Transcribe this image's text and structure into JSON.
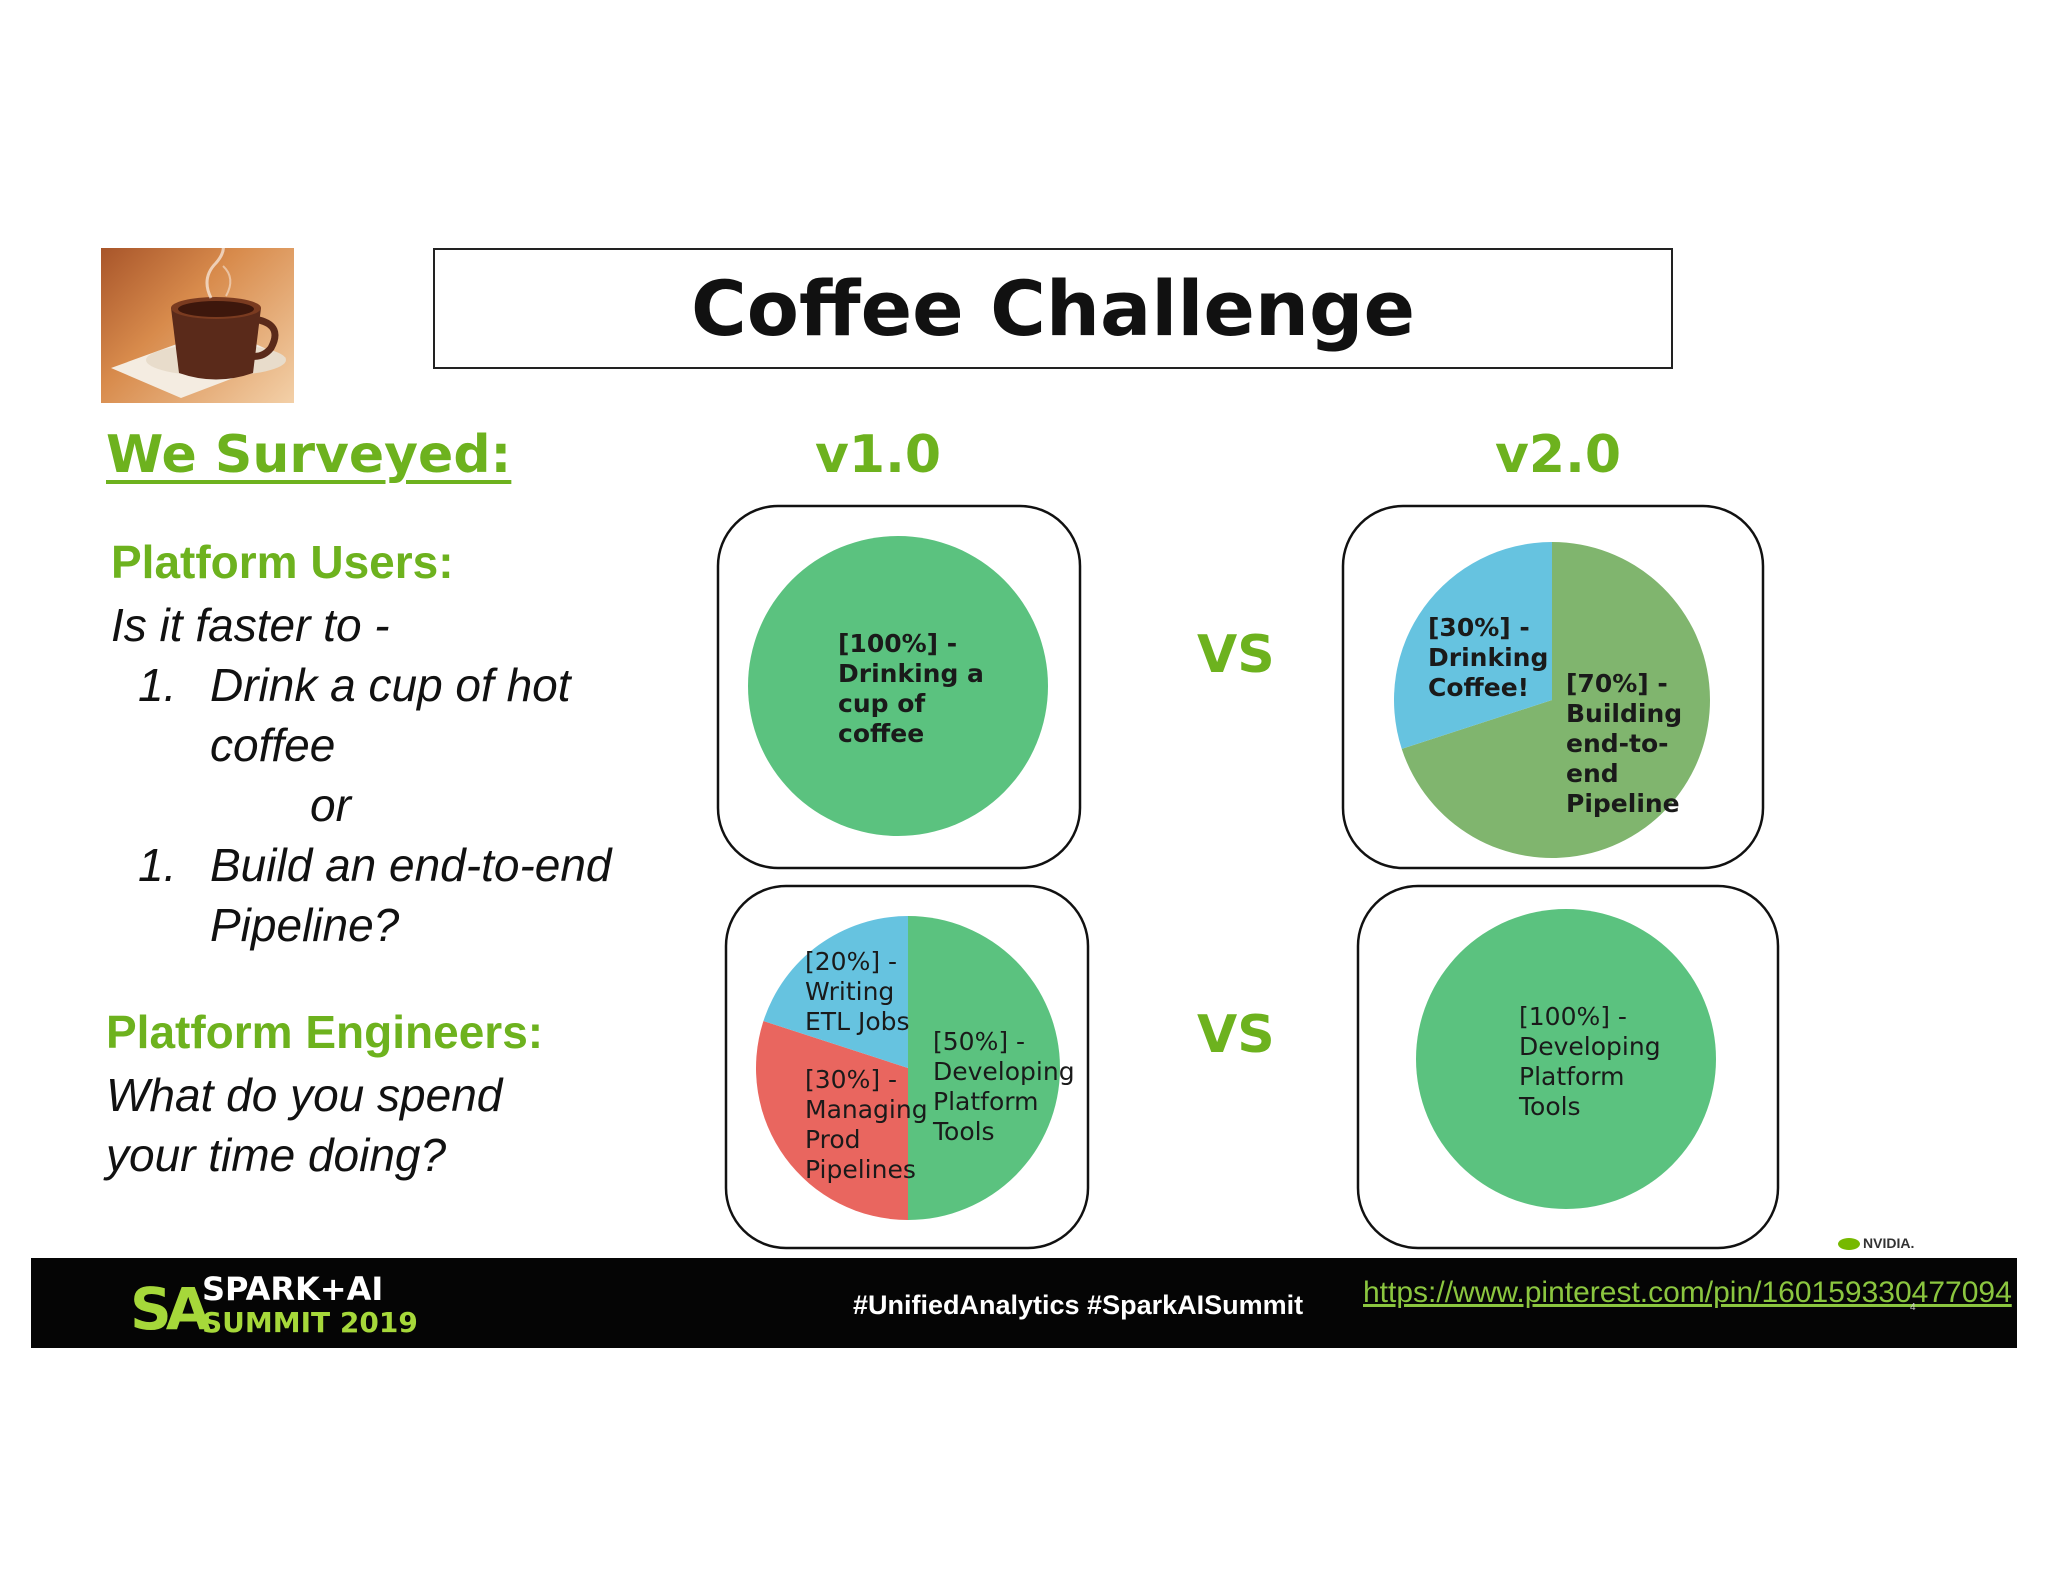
{
  "title": "Coffee Challenge",
  "surveyed_label": "We Surveyed:",
  "version_labels": [
    "v1.0",
    "v2.0"
  ],
  "vs_label": "VS",
  "platform_users": {
    "heading": "Platform Users:",
    "question": "Is it faster to -",
    "item1_number": "1.",
    "item1_line1": "Drink a cup of hot",
    "item1_line2": "coffee",
    "or_text": "or",
    "item2_number": "1.",
    "item2_line1": "Build an end-to-end",
    "item2_line2": "Pipeline?"
  },
  "platform_engineers": {
    "heading": "Platform Engineers:",
    "question_line1": "What do you spend",
    "question_line2": "your time doing?"
  },
  "footer": {
    "logo_line1": "SPARK+AI",
    "logo_line2": "SUMMIT 2019",
    "hashtags": "#UnifiedAnalytics #SparkAISummit",
    "link": "https://www.pinterest.com/pin/160159330477094",
    "page_number": "4",
    "sponsor": "NVIDIA."
  },
  "colors": {
    "accent_green": "#6db21e",
    "pie_green": "#5bc27f",
    "pie_olive": "#80b56e",
    "pie_blue": "#66c3e0",
    "pie_red": "#e9665f"
  },
  "chart_data": [
    {
      "type": "pie",
      "group": "Platform Users",
      "version": "v1.0",
      "slices": [
        {
          "label_lines": [
            "[100%] -",
            "Drinking a",
            "cup of",
            "coffee"
          ],
          "value": 100,
          "color": "#5bc27f"
        }
      ]
    },
    {
      "type": "pie",
      "group": "Platform Users",
      "version": "v2.0",
      "slices": [
        {
          "label_lines": [
            "[70%] -",
            "Building",
            "end-to-",
            "end",
            "Pipeline"
          ],
          "value": 70,
          "color": "#80b56e"
        },
        {
          "label_lines": [
            "[30%] -",
            "Drinking",
            "Coffee!"
          ],
          "value": 30,
          "color": "#66c3e0"
        }
      ]
    },
    {
      "type": "pie",
      "group": "Platform Engineers",
      "version": "v1.0",
      "slices": [
        {
          "label_lines": [
            "[50%] -",
            "Developing",
            "Platform",
            "Tools"
          ],
          "value": 50,
          "color": "#5bc27f"
        },
        {
          "label_lines": [
            "[30%] -",
            "Managing",
            "Prod",
            "Pipelines"
          ],
          "value": 30,
          "color": "#e9665f"
        },
        {
          "label_lines": [
            "[20%] -",
            "Writing",
            "ETL Jobs"
          ],
          "value": 20,
          "color": "#66c3e0"
        }
      ]
    },
    {
      "type": "pie",
      "group": "Platform Engineers",
      "version": "v2.0",
      "slices": [
        {
          "label_lines": [
            "[100%] -",
            "Developing",
            "Platform",
            "Tools"
          ],
          "value": 100,
          "color": "#5bc27f"
        }
      ]
    }
  ]
}
